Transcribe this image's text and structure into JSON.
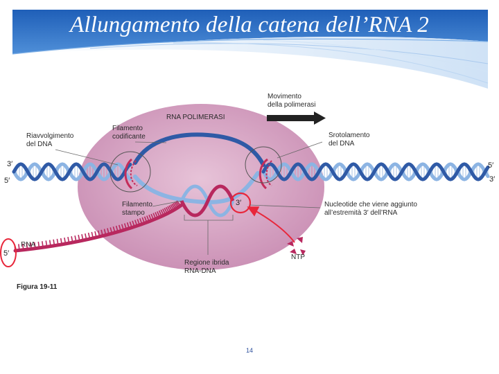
{
  "slide": {
    "title": "Allungamento della catena dell’RNA 2",
    "page_number": "14"
  },
  "figure": {
    "caption": "Figura 19-11",
    "labels": {
      "movement_line1": "Movimento",
      "movement_line2": "della polimerasi",
      "rna_polymerase": "RNA POLIMERASI",
      "coding_strand_line1": "Filamento",
      "coding_strand_line2": "codificante",
      "rewinding_line1": "Riavvolgimento",
      "rewinding_line2": "del DNA",
      "unwinding_line1": "Srotolamento",
      "unwinding_line2": "del DNA",
      "template_line1": "Filamento",
      "template_line2": "stampo",
      "nucleotide_line1": "Nucleotide che viene aggiunto",
      "nucleotide_line2": "all’estremità 3′ dell’RNA",
      "rna": "RNA",
      "hybrid_line1": "Regione ibrida",
      "hybrid_line2": "RNA-DNA",
      "ntp": "NTP"
    },
    "ends": {
      "left_top": "3′",
      "left_bottom": "5′",
      "right_top": "5′",
      "right_bottom": "3′",
      "rna_three_prime": "3′",
      "rna_five_prime": "5′"
    },
    "colors": {
      "polymerase": "#d9a8c6",
      "dna_dark": "#2f5aa6",
      "dna_light": "#8cb4e3",
      "rna": "#b8285e",
      "highlight_circle": "#e8263a",
      "header_blue": "#2a6dc4"
    }
  }
}
